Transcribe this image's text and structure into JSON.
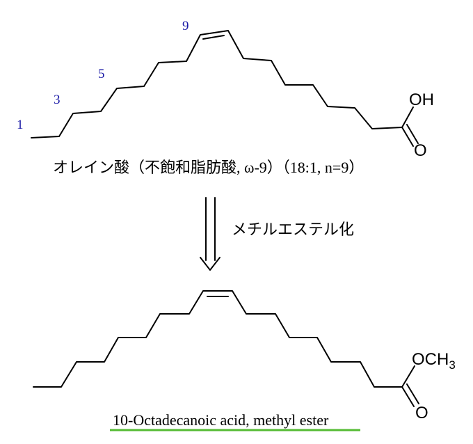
{
  "top_molecule": {
    "carbon_numbers": [
      "1",
      "3",
      "5",
      "9"
    ],
    "oh_label": "OH",
    "o_label": "O",
    "caption": "オレイン酸（不飽和脂肪酸, ω-9）（18:1, n=9）"
  },
  "reaction": {
    "label": "メチルエステル化"
  },
  "bottom_molecule": {
    "ester_label": "OCH",
    "ester_subscript": "3",
    "o_label": "O",
    "name": "10-Octadecanoic acid, methyl ester",
    "underline_color": "#55bb33"
  },
  "colors": {
    "numbering": "#1a1aa6",
    "bonds": "#000000"
  }
}
